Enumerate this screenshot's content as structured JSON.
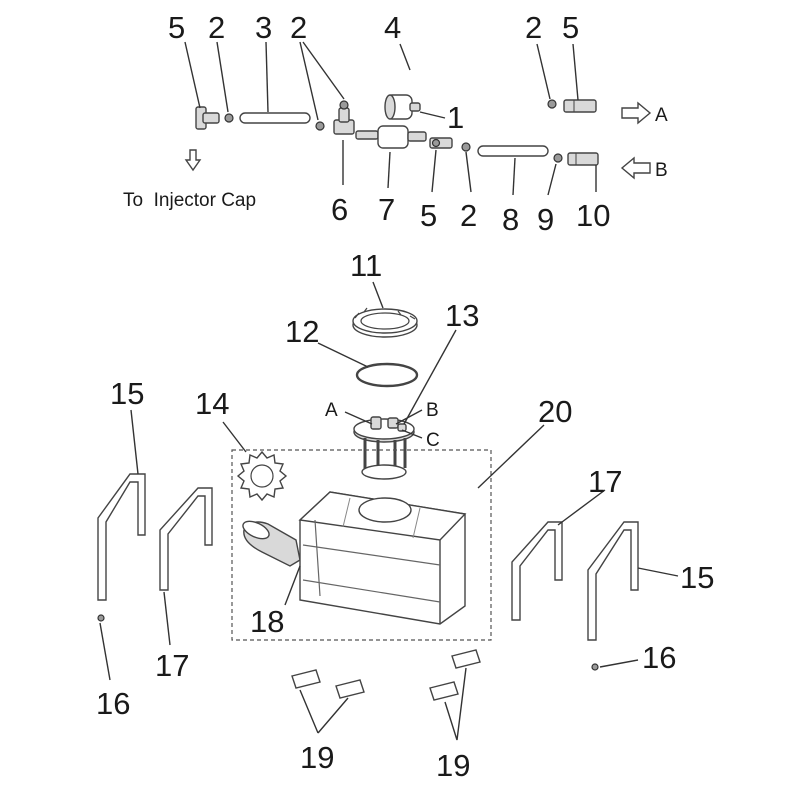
{
  "parts": {
    "n1": "1",
    "n2a": "2",
    "n2b": "2",
    "n2c": "2",
    "n2d": "2",
    "n3": "3",
    "n4": "4",
    "n5a": "5",
    "n5b": "5",
    "n5c": "5",
    "n6": "6",
    "n7": "7",
    "n8": "8",
    "n9": "9",
    "n10": "10",
    "n11": "11",
    "n12": "12",
    "n13": "13",
    "n14": "14",
    "n15a": "15",
    "n15b": "15",
    "n16a": "16",
    "n16b": "16",
    "n17a": "17",
    "n17b": "17",
    "n18": "18",
    "n19a": "19",
    "n19b": "19",
    "n20": "20"
  },
  "ports": {
    "a_top": "A",
    "b_top": "B",
    "a_pump": "A",
    "b_pump": "B",
    "c_pump": "C"
  },
  "caption": "To  Injector Cap"
}
